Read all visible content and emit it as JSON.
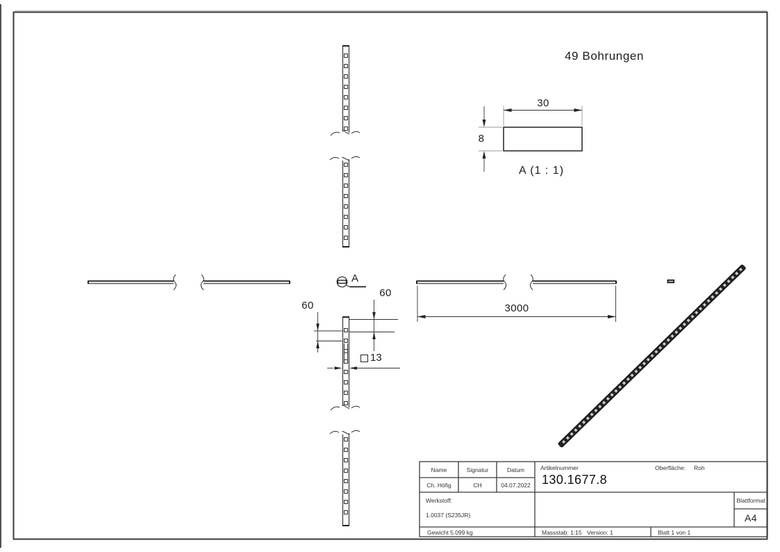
{
  "drawing": {
    "note_bohrungen": "49 Bohrungen",
    "detail_label": "A (1 : 1)",
    "detail_marker": "A",
    "dim_width": "30",
    "dim_thickness": "8",
    "dim_length": "3000",
    "dim_pitch": "60",
    "dim_end_offset": "60",
    "dim_hole": "13"
  },
  "title_block": {
    "col_name": "Name",
    "col_signatur": "Signatur",
    "col_datum": "Datum",
    "val_name": "Ch. Höfig",
    "val_signatur": "CH",
    "val_datum": "04.07.2022",
    "artikelnummer_label": "Artikelnummer",
    "artikelnummer": "130.1677.8",
    "oberflaeche_label": "Oberfläche:",
    "oberflaeche_value": "Roh",
    "werkstoff_label": "Werkstoff:",
    "werkstoff_value": "1.0037 (S235JR)",
    "gewicht": "Gewicht 5.099 kg",
    "massstab": "Massstab: 1:15",
    "version": "Version: 1",
    "blatt": "Blatt 1 von 1",
    "blattformat_label": "Blattformat",
    "blattformat_value": "A4"
  },
  "colors": {
    "line": "#2b2b2b",
    "dimension": "#333333",
    "extension": "#9a9a9a",
    "iso_fill": "#242424",
    "iso_hole": "#cfcfcf"
  }
}
